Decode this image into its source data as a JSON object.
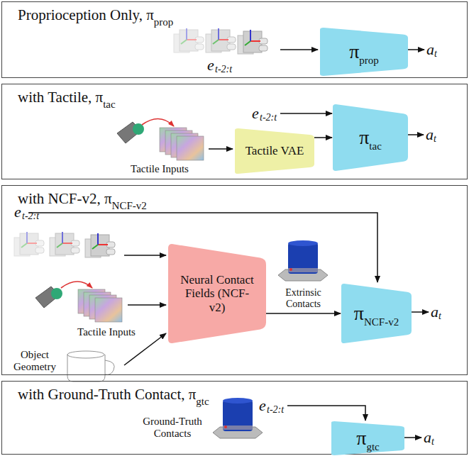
{
  "diagram": {
    "nodes": [
      {
        "text": [
          "Proprioception Only, π",
          "prop"
        ]
      },
      {
        "text": [
          "π",
          "prop"
        ],
        "in": 0
      },
      {
        "text": [
          "with Tactile, π",
          "tac"
        ]
      },
      {
        "text": [
          "Tactile VAE"
        ],
        "in": 2
      },
      {
        "text": [
          "π",
          "tac"
        ],
        "in": 2
      },
      {
        "text": [
          "with NCF-v2, π",
          "NCF-v2"
        ]
      },
      {
        "text": [
          "Neural Contact Fields (NCF-v2)"
        ],
        "in": 5
      },
      {
        "text": [
          "π",
          "NCF-v2"
        ],
        "in": 5
      },
      {
        "text": [
          "with Ground-Truth Contact, π",
          "gtc"
        ]
      },
      {
        "text": [
          "π",
          "gtc"
        ],
        "in": 8
      }
    ],
    "edges": [
      {
        "from": 3,
        "to": 4,
        "arrow": "to"
      },
      {
        "from": 6,
        "to": 7,
        "arrow": "to",
        "label": "Extrinsic Contacts"
      }
    ],
    "labels": [
      "e",
      "t-2:t",
      "a",
      "t",
      "Tactile Inputs",
      "e",
      "t-2:t",
      "a",
      "t",
      "Tactile Inputs",
      "Object Geometry",
      "e",
      "t-2:t",
      "a",
      "t",
      "Ground-Truth Contacts",
      "e",
      "t-2:t",
      "a",
      "t"
    ]
  }
}
